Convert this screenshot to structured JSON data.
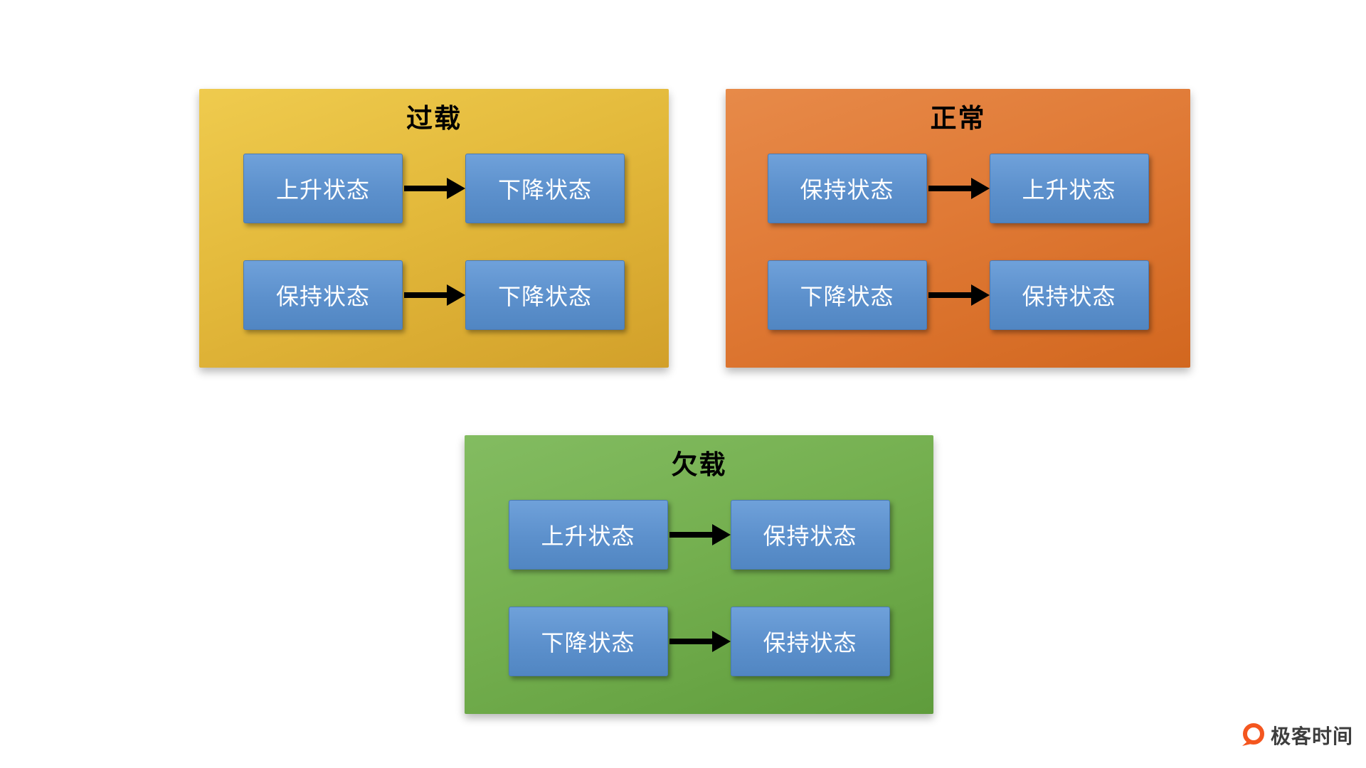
{
  "panels": [
    {
      "id": "overload",
      "title": "过载",
      "background_color": "#E3B93B",
      "rows": [
        {
          "from": "上升状态",
          "to": "下降状态"
        },
        {
          "from": "保持状态",
          "to": "下降状态"
        }
      ]
    },
    {
      "id": "normal",
      "title": "正常",
      "background_color": "#E07A36",
      "rows": [
        {
          "from": "保持状态",
          "to": "上升状态"
        },
        {
          "from": "下降状态",
          "to": "保持状态"
        }
      ]
    },
    {
      "id": "underload",
      "title": "欠载",
      "background_color": "#74AF4F",
      "rows": [
        {
          "from": "上升状态",
          "to": "保持状态"
        },
        {
          "from": "下降状态",
          "to": "保持状态"
        }
      ]
    }
  ],
  "state_box_color": "#5C90CC",
  "arrow_color": "#000000",
  "brand": {
    "text": "极客时间",
    "accent_color": "#F4561F"
  }
}
